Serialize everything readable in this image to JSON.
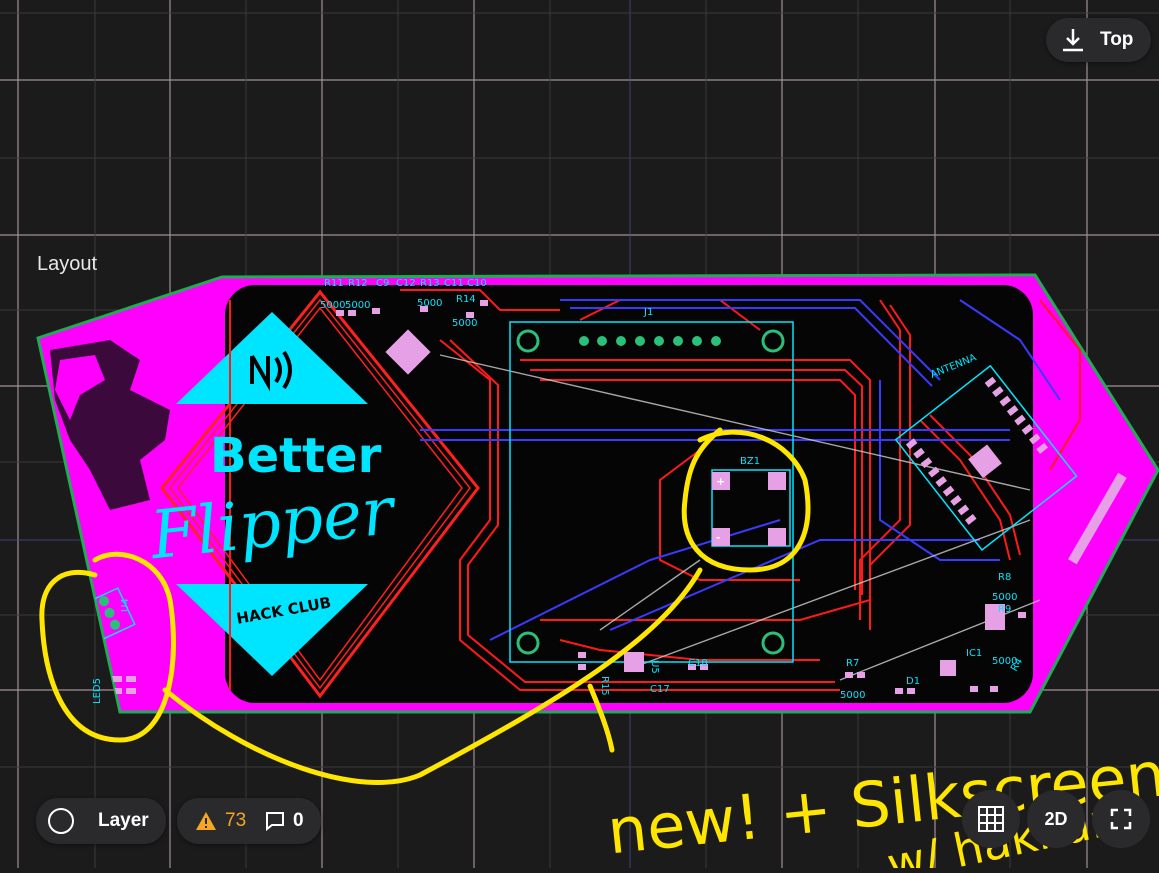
{
  "canvas": {
    "section_label": "Layout",
    "view_toggle": {
      "label": "Top",
      "icon": "download-arrow-icon"
    }
  },
  "board": {
    "logo_title": "Better",
    "logo_script": "Flipper",
    "badge_text": "HACK CLUB",
    "nfc_icon": "nfc-icon",
    "components": [
      {
        "ref": "R11"
      },
      {
        "ref": "R12"
      },
      {
        "ref": "C9"
      },
      {
        "ref": "C12"
      },
      {
        "ref": "R13"
      },
      {
        "ref": "C11"
      },
      {
        "ref": "C10"
      },
      {
        "ref": "R14"
      },
      {
        "ref": "J1"
      },
      {
        "ref": "BZ1"
      },
      {
        "ref": "U4"
      },
      {
        "ref": "LED5"
      },
      {
        "ref": "R15"
      },
      {
        "ref": "U5"
      },
      {
        "ref": "C18"
      },
      {
        "ref": "R7"
      },
      {
        "ref": "D1"
      },
      {
        "ref": "IC1"
      },
      {
        "ref": "R8"
      },
      {
        "ref": "R9"
      },
      {
        "ref": "C17"
      },
      {
        "ref": "R4"
      },
      {
        "ref": "ANTENNA"
      }
    ],
    "values": [
      "5000",
      "5000",
      "5000",
      "5000",
      "5000",
      "5000",
      "5000"
    ],
    "colors": {
      "board": "#ff00ff",
      "front_copper": "#ff1a1a",
      "back_copper": "#3a3aff",
      "silkscreen": "#00ffff",
      "pads": "#e6a0e6",
      "edge": "#22aa55",
      "annotation": "#ffe600"
    }
  },
  "annotation": {
    "text_line1": "new! + Silkscreen",
    "text_line2": "w/ hakkun"
  },
  "toolbar": {
    "layer_label": "Layer",
    "warnings_count": "73",
    "comments_count": "0",
    "mode_2d_label": "2D",
    "warning_color": "#f5a623"
  }
}
